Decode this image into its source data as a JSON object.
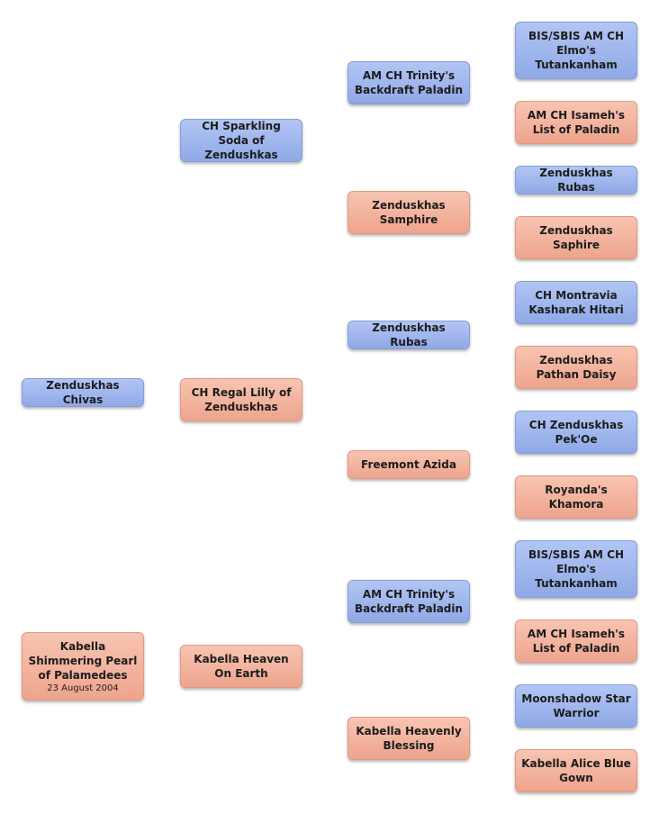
{
  "pedigree": {
    "subject": {
      "name": "Zenduskhas Chivas",
      "sex": "male"
    },
    "subject2": {
      "name": "Kabella Shimmering Pearl of Palamedees",
      "date": "23 August 2004",
      "sex": "female"
    },
    "gen1": [
      {
        "name": "CH Sparkling Soda of Zendushkas",
        "sex": "male"
      },
      {
        "name": "CH Regal Lilly of Zenduskhas",
        "sex": "female"
      },
      {
        "name": "Kabella  Heaven On Earth",
        "sex": "female"
      }
    ],
    "gen2": [
      {
        "name": "AM CH Trinity's Backdraft Paladin",
        "sex": "male"
      },
      {
        "name": "Zenduskhas Samphire",
        "sex": "female"
      },
      {
        "name": "Zenduskhas Rubas",
        "sex": "male"
      },
      {
        "name": "Freemont Azida",
        "sex": "female"
      },
      {
        "name": "AM CH Trinity's Backdraft Paladin",
        "sex": "male"
      },
      {
        "name": "Kabella  Heavenly Blessing",
        "sex": "female"
      }
    ],
    "gen3": [
      {
        "name": "BIS/SBIS AM CH Elmo's Tutankanham",
        "sex": "male"
      },
      {
        "name": "AM CH Isameh's List of Paladin",
        "sex": "female"
      },
      {
        "name": "Zenduskhas Rubas",
        "sex": "male"
      },
      {
        "name": "Zenduskhas Saphire",
        "sex": "female"
      },
      {
        "name": "CH Montravia Kasharak Hitari",
        "sex": "male"
      },
      {
        "name": "Zenduskhas Pathan Daisy",
        "sex": "female"
      },
      {
        "name": "CH Zenduskhas Pek'Oe",
        "sex": "male"
      },
      {
        "name": "Royanda's Khamora",
        "sex": "female"
      },
      {
        "name": "BIS/SBIS AM CH Elmo's Tutankanham",
        "sex": "male"
      },
      {
        "name": "AM CH Isameh's List of Paladin",
        "sex": "female"
      },
      {
        "name": "Moonshadow Star Warrior",
        "sex": "male"
      },
      {
        "name": "Kabella Alice Blue Gown",
        "sex": "female"
      }
    ]
  }
}
